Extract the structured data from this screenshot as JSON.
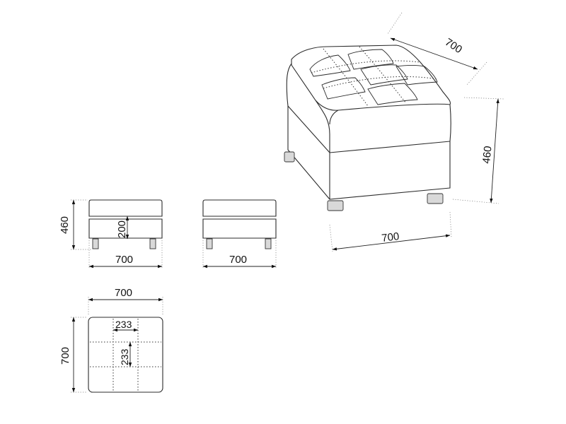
{
  "dimensions": {
    "iso_depth": "700",
    "iso_height": "460",
    "iso_width": "700",
    "front_height": "460",
    "front_seat_inner": "200",
    "front_width": "700",
    "side_width": "700",
    "top_width": "700",
    "top_depth": "700",
    "top_cell_width": "233",
    "top_cell_height": "233"
  }
}
